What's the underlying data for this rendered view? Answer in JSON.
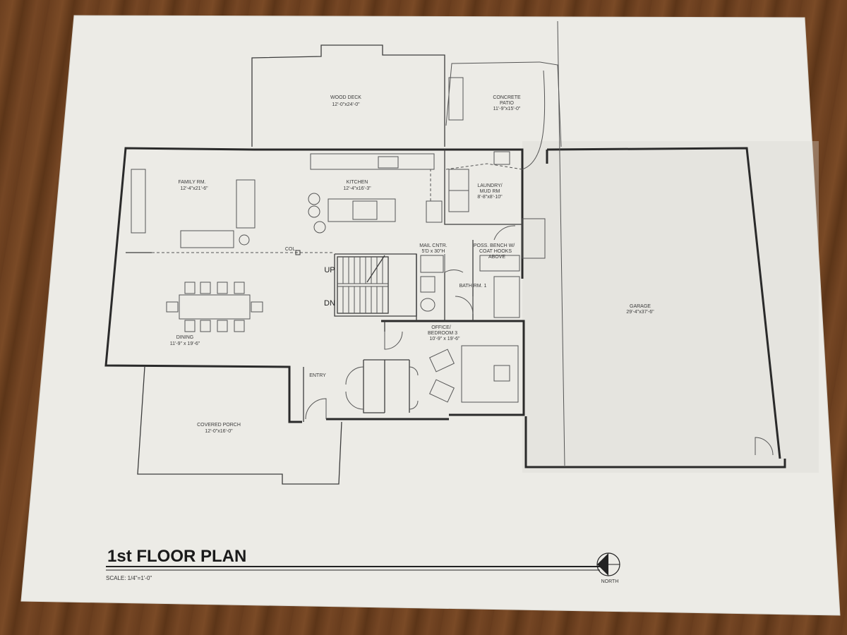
{
  "title": "1st FLOOR PLAN",
  "scale": "SCALE: 1/4\"=1'-0\"",
  "north": "NORTH",
  "rooms": {
    "wood_deck": {
      "name": "WOOD DECK",
      "dims": "12'-0\"x24'-0\""
    },
    "patio": {
      "name": "CONCRETE",
      "name2": "PATIO",
      "dims": "11'-9\"x15'-0\""
    },
    "family": {
      "name": "FAMILY RM.",
      "dims": "12'-4\"x21'-6\""
    },
    "kitchen": {
      "name": "KITCHEN",
      "dims": "12'-4\"x16'-3\""
    },
    "laundry": {
      "name": "LAUNDRY/",
      "name2": "MUD RM",
      "dims": "8'-8\"x8'-10\""
    },
    "mail": {
      "name": "MAIL CNTR.",
      "dims": "5'D x 30\"H"
    },
    "bench": {
      "name": "POSS. BENCH W/",
      "name2": "COAT HOOKS",
      "name3": "ABOVE"
    },
    "bath": {
      "name": "BATH RM. 1"
    },
    "dining": {
      "name": "DINING",
      "dims": "11'-9\" x 19'-6\""
    },
    "office": {
      "name": "OFFICE/",
      "name2": "BEDROOM 3",
      "dims": "10'-9\" x 19'-6\""
    },
    "garage": {
      "name": "GARAGE",
      "dims": "29'-4\"x37'-6\""
    },
    "porch": {
      "name": "COVERED PORCH",
      "dims": "12'-0\"x16'-0\""
    },
    "entry": {
      "name": "ENTRY"
    }
  },
  "labels": {
    "col": "COL.",
    "up": "UP",
    "dn": "DN"
  }
}
